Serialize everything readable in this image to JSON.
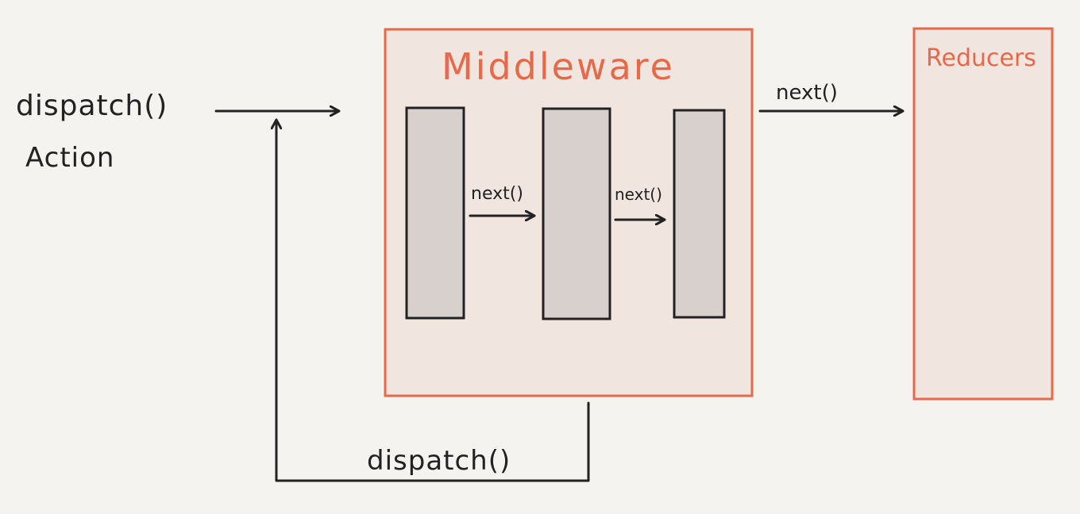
{
  "labels": {
    "dispatch_line1": "dispatch()",
    "dispatch_line2": "Action",
    "middleware_title": "Middleware",
    "reducers_title": "Reducers",
    "next_to_reducers": "next()",
    "next_1": "next()",
    "next_2": "next()",
    "dispatch_bottom": "dispatch()"
  },
  "colors": {
    "background": "#f4f3f0",
    "accent": "#e8694a",
    "panel_fill": "#f1e5df",
    "block_fill": "#d8d0cc",
    "ink": "#222222"
  }
}
